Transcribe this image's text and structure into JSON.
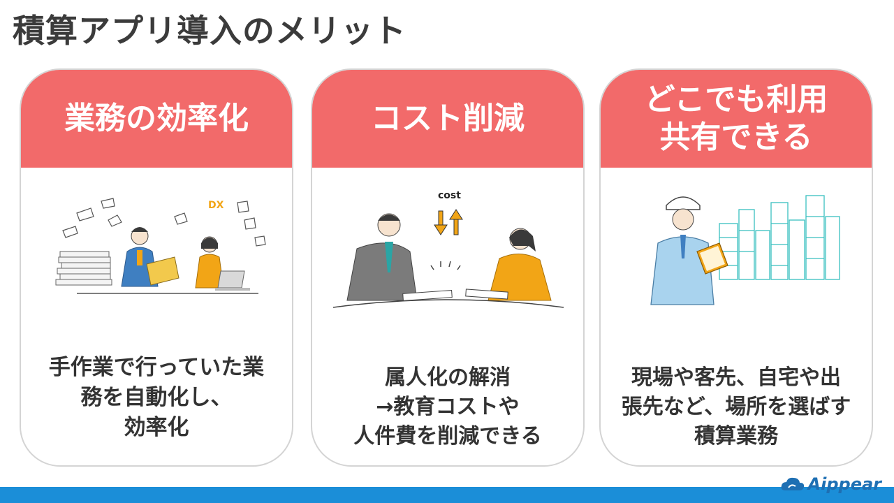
{
  "title": "積算アプリ導入のメリット",
  "cards": [
    {
      "header_lines": [
        "業務の効率化"
      ],
      "desc_lines": [
        "手作業で行っていた業",
        "務を自動化し、",
        "効率化"
      ],
      "illustration": "office-workers-with-papers-and-laptop-dx"
    },
    {
      "header_lines": [
        "コスト削減"
      ],
      "desc_lines": [
        "属人化の解消",
        "→教育コストや",
        "人件費を削減できる"
      ],
      "illustration_label": "cost",
      "illustration": "two-people-meeting-with-cost-arrows"
    },
    {
      "header_lines": [
        "どこでも利用",
        "共有できる"
      ],
      "desc_lines": [
        "現場や客先、自宅や出",
        "張先など、場所を選ばす",
        "積算業務"
      ],
      "illustration": "construction-worker-with-clipboard-and-city"
    }
  ],
  "brand": {
    "name": "Aippear",
    "icon": "cloud-logo-icon"
  },
  "colors": {
    "header": "#f26a6a",
    "footer": "#1b8ed8",
    "card_border": "#d4d4d4",
    "title_text": "#3b3b3b",
    "brand": "#1e6fb3",
    "accent_yellow": "#f2a516",
    "accent_blue": "#3f7fc1",
    "city_teal": "#39bfbf"
  }
}
